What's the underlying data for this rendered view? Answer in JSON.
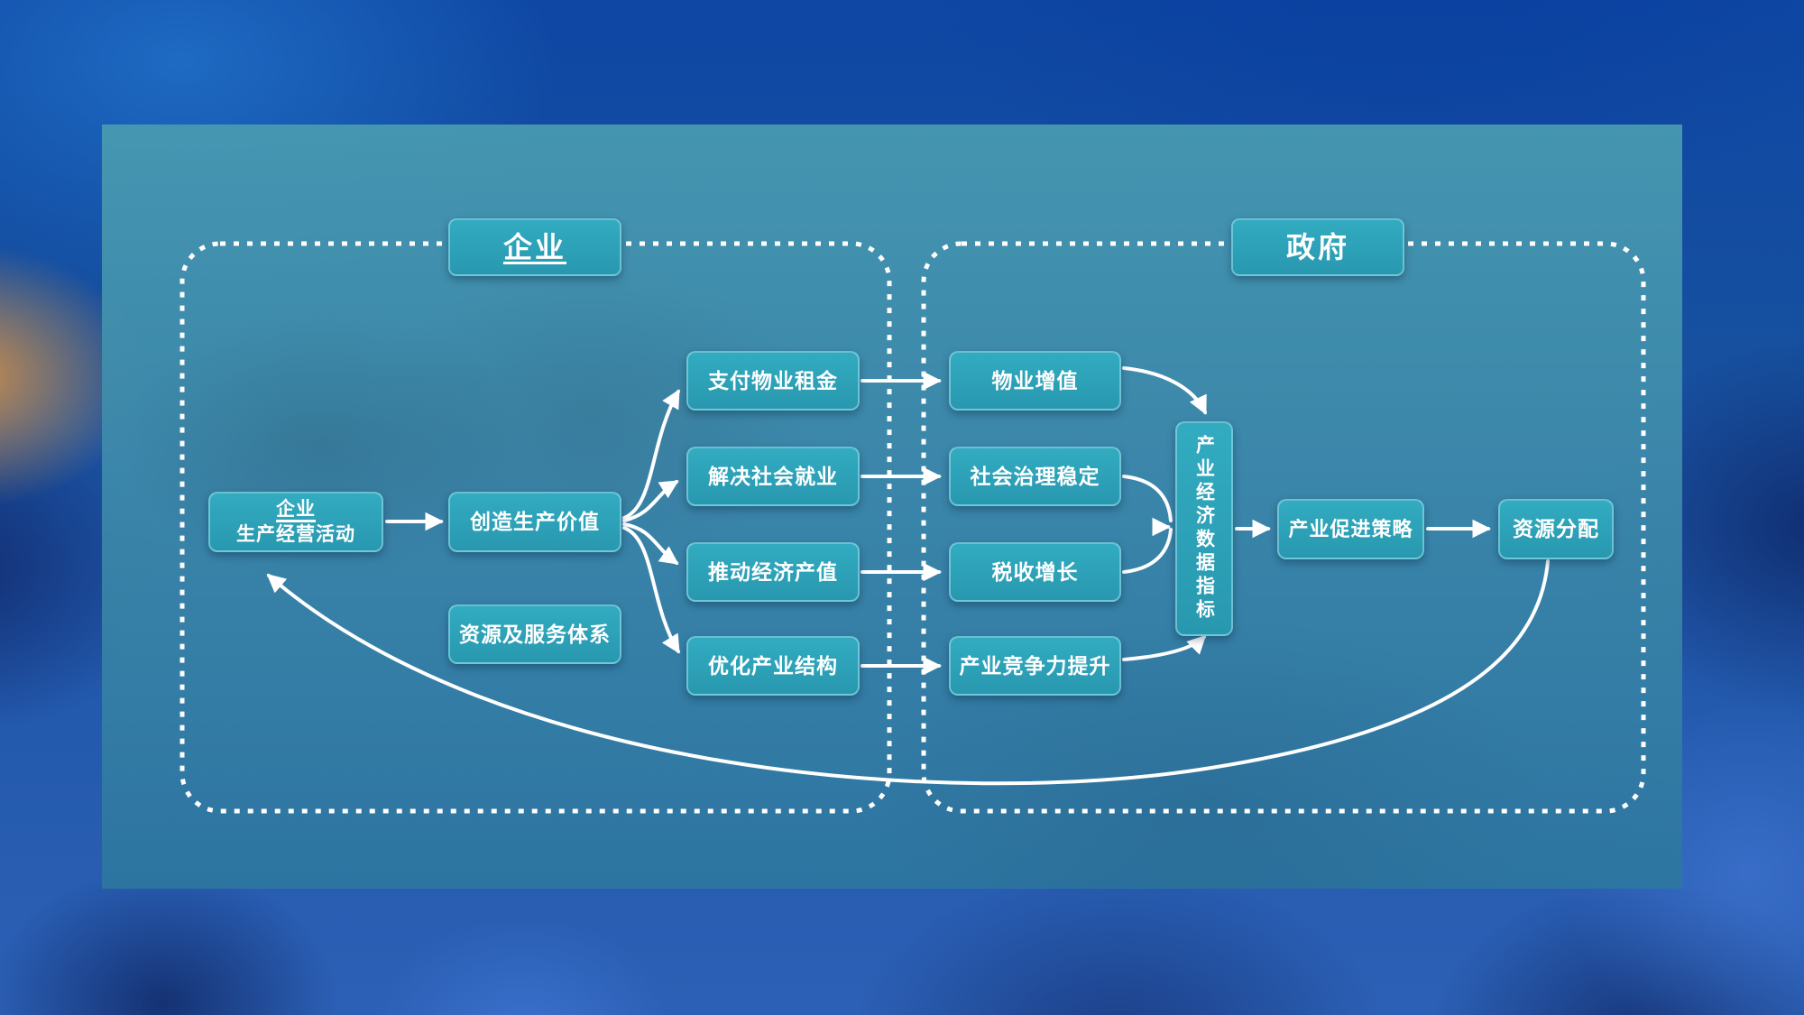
{
  "regions": {
    "enterprise": {
      "title": "企业"
    },
    "government": {
      "title": "政府"
    }
  },
  "nodes": {
    "ent_activity": {
      "line1": "企业",
      "line2": "生产经营活动"
    },
    "create_value": {
      "label": "创造生产价值"
    },
    "resource_system": {
      "label": "资源及服务体系"
    },
    "pay_rent": {
      "label": "支付物业租金"
    },
    "solve_employment": {
      "label": "解决社会就业"
    },
    "promote_output": {
      "label": "推动经济产值"
    },
    "optimize_structure": {
      "label": "优化产业结构"
    },
    "property_appreciation": {
      "label": "物业增值"
    },
    "social_stability": {
      "label": "社会治理稳定"
    },
    "tax_growth": {
      "label": "税收增长"
    },
    "competitiveness": {
      "label": "产业竞争力提升"
    },
    "data_indicators": {
      "label": "产业经济数据指标"
    },
    "promotion_strategy": {
      "label": "产业促进策略"
    },
    "resource_allocation": {
      "label": "资源分配"
    }
  },
  "edges": [
    {
      "from": "ent_activity",
      "to": "create_value"
    },
    {
      "from": "create_value",
      "to": "pay_rent"
    },
    {
      "from": "create_value",
      "to": "solve_employment"
    },
    {
      "from": "create_value",
      "to": "promote_output"
    },
    {
      "from": "create_value",
      "to": "optimize_structure"
    },
    {
      "from": "pay_rent",
      "to": "property_appreciation"
    },
    {
      "from": "solve_employment",
      "to": "social_stability"
    },
    {
      "from": "promote_output",
      "to": "tax_growth"
    },
    {
      "from": "optimize_structure",
      "to": "competitiveness"
    },
    {
      "from": "property_appreciation",
      "to": "data_indicators"
    },
    {
      "from": "social_stability",
      "to": "data_indicators"
    },
    {
      "from": "tax_growth",
      "to": "data_indicators"
    },
    {
      "from": "competitiveness",
      "to": "data_indicators"
    },
    {
      "from": "data_indicators",
      "to": "promotion_strategy"
    },
    {
      "from": "promotion_strategy",
      "to": "resource_allocation"
    },
    {
      "from": "resource_allocation",
      "to": "ent_activity"
    }
  ],
  "colors": {
    "node_fill": "#2aa3b9",
    "node_border": "#a0e0eb",
    "text": "#ffffff",
    "arrow": "#ffffff",
    "panel_tint": "#4696af",
    "background_blue": "#1d52a8"
  }
}
